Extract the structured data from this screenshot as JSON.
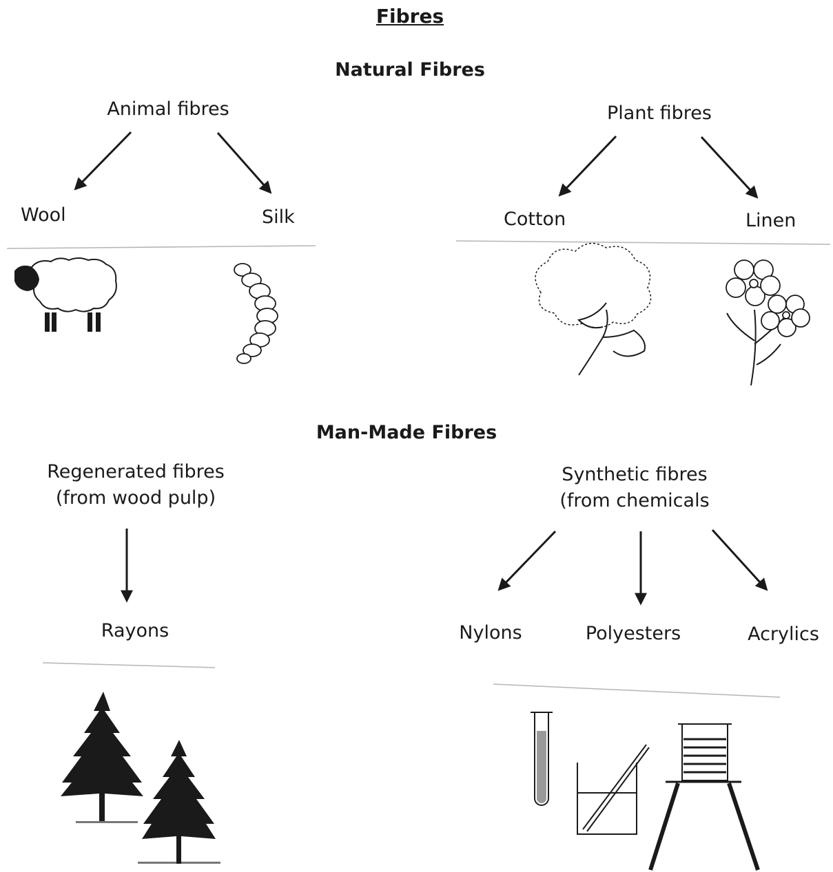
{
  "title": "Fibres",
  "natural": {
    "heading": "Natural Fibres",
    "animal": {
      "label": "Animal fibres",
      "children": [
        "Wool",
        "Silk"
      ]
    },
    "plant": {
      "label": "Plant fibres",
      "children": [
        "Cotton",
        "Linen"
      ]
    }
  },
  "man_made": {
    "heading": "Man-Made Fibres",
    "regenerated": {
      "label_line1": "Regenerated fibres",
      "label_line2": "(from wood pulp)",
      "children": [
        "Rayons"
      ]
    },
    "synthetic": {
      "label_line1": "Synthetic fibres",
      "label_line2": "(from chemicals",
      "children": [
        "Nylons",
        "Polyesters",
        "Acrylics"
      ]
    }
  },
  "illustrations": [
    "sheep-icon",
    "silkworm-icon",
    "cotton-plant-icon",
    "flax-flower-icon",
    "pine-trees-icon",
    "lab-apparatus-icon"
  ]
}
